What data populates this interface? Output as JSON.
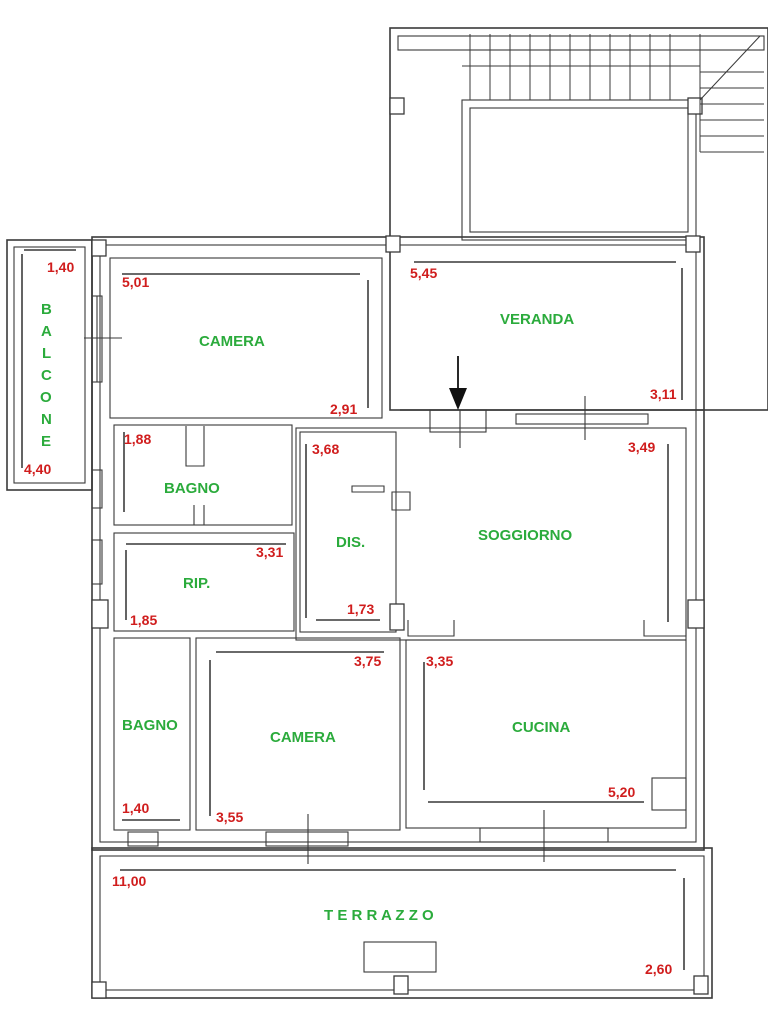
{
  "plan": {
    "rooms": {
      "balcone_letters": [
        "B",
        "A",
        "L",
        "C",
        "O",
        "N",
        "E"
      ],
      "camera_top": "CAMERA",
      "veranda": "VERANDA",
      "bagno_top": "BAGNO",
      "soggiorno": "SOGGIORNO",
      "dis": "DIS.",
      "rip": "RIP.",
      "bagno_bottom": "BAGNO",
      "camera_bottom": "CAMERA",
      "cucina": "CUCINA",
      "terrazzo": "T E R R A Z Z O"
    },
    "measurements": {
      "balcone_width": "1,40",
      "balcone_length": "4,40",
      "camera_top_width": "5,01",
      "camera_top_depth": "2,91",
      "veranda_width": "5,45",
      "veranda_depth": "3,11",
      "bagno_top_width": "1,88",
      "soggiorno_depth": "3,68",
      "soggiorno_right": "3,49",
      "rip_width": "3,31",
      "rip_depth": "1,85",
      "dis_width": "1,73",
      "camera_bottom_width": "3,75",
      "camera_bottom_depth": "3,55",
      "bagno_bottom_width": "1,40",
      "cucina_depth": "3,35",
      "cucina_width": "5,20",
      "terrazzo_width": "11,00",
      "terrazzo_depth": "2,60"
    },
    "colors": {
      "room_label": "#2bab3c",
      "measurement": "#d01d1d",
      "wall": "#3a3a3a"
    },
    "icons": [
      "entrance-arrow-icon",
      "staircase-icon",
      "window-icon"
    ]
  }
}
